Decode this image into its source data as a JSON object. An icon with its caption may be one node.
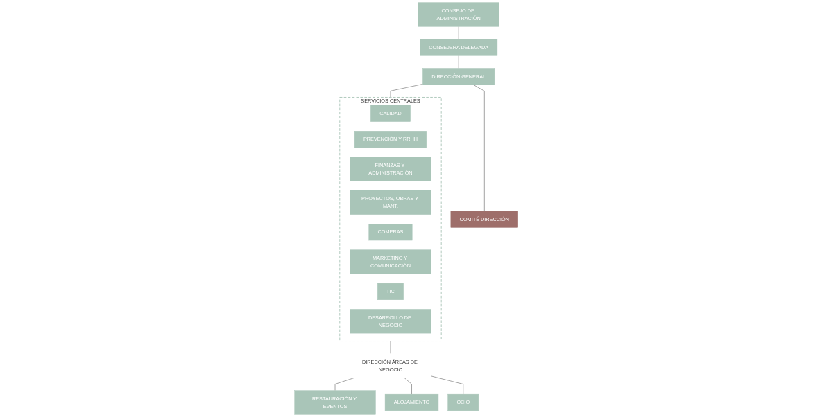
{
  "diagram": {
    "nodes": [
      {
        "text": [
          "CONSEJO DE ADMINISTRACIÓN"
        ]
      },
      {
        "text": [
          "CONSEJERA DELEGADA"
        ]
      },
      {
        "text": [
          "DIRECCIÓN GENERAL"
        ]
      },
      {
        "text": [
          "COMITÉ DIRECCIÓN"
        ]
      },
      {
        "text": [
          "SERVICIOS CENTRALES"
        ]
      },
      {
        "text": [
          "CALIDAD"
        ],
        "in": 4
      },
      {
        "text": [
          "PREVENCIÓN Y RRHH"
        ],
        "in": 4
      },
      {
        "text": [
          "FINANZAS Y ADMINISTRACIÓN"
        ],
        "in": 4
      },
      {
        "text": [
          "PROYECTOS, OBRAS Y MANT."
        ],
        "in": 4
      },
      {
        "text": [
          "COMPRAS"
        ],
        "in": 4
      },
      {
        "text": [
          "MARKETING Y COMUNICACIÓN"
        ],
        "in": 4
      },
      {
        "text": [
          "TIC"
        ],
        "in": 4
      },
      {
        "text": [
          "DESARROLLO DE NEGOCIO"
        ],
        "in": 4
      },
      {
        "text": [
          "DIRECCIÓN ÁREAS DE NEGOCIO"
        ]
      },
      {
        "text": [
          "RESTAURACIÓN Y EVENTOS"
        ]
      },
      {
        "text": [
          "ALOJAMIENTO"
        ]
      },
      {
        "text": [
          "OCIO"
        ]
      }
    ],
    "edges": [
      {
        "from": 0,
        "to": 1,
        "arrow": "none"
      },
      {
        "from": 1,
        "to": 2,
        "arrow": "none"
      },
      {
        "from": 2,
        "to": 3,
        "arrow": "none"
      },
      {
        "from": 2,
        "to": 4,
        "arrow": "none"
      },
      {
        "from": 4,
        "to": 13,
        "arrow": "none"
      },
      {
        "from": 13,
        "to": 14,
        "arrow": "none"
      },
      {
        "from": 13,
        "to": 15,
        "arrow": "none"
      },
      {
        "from": 13,
        "to": 16,
        "arrow": "none"
      }
    ]
  }
}
